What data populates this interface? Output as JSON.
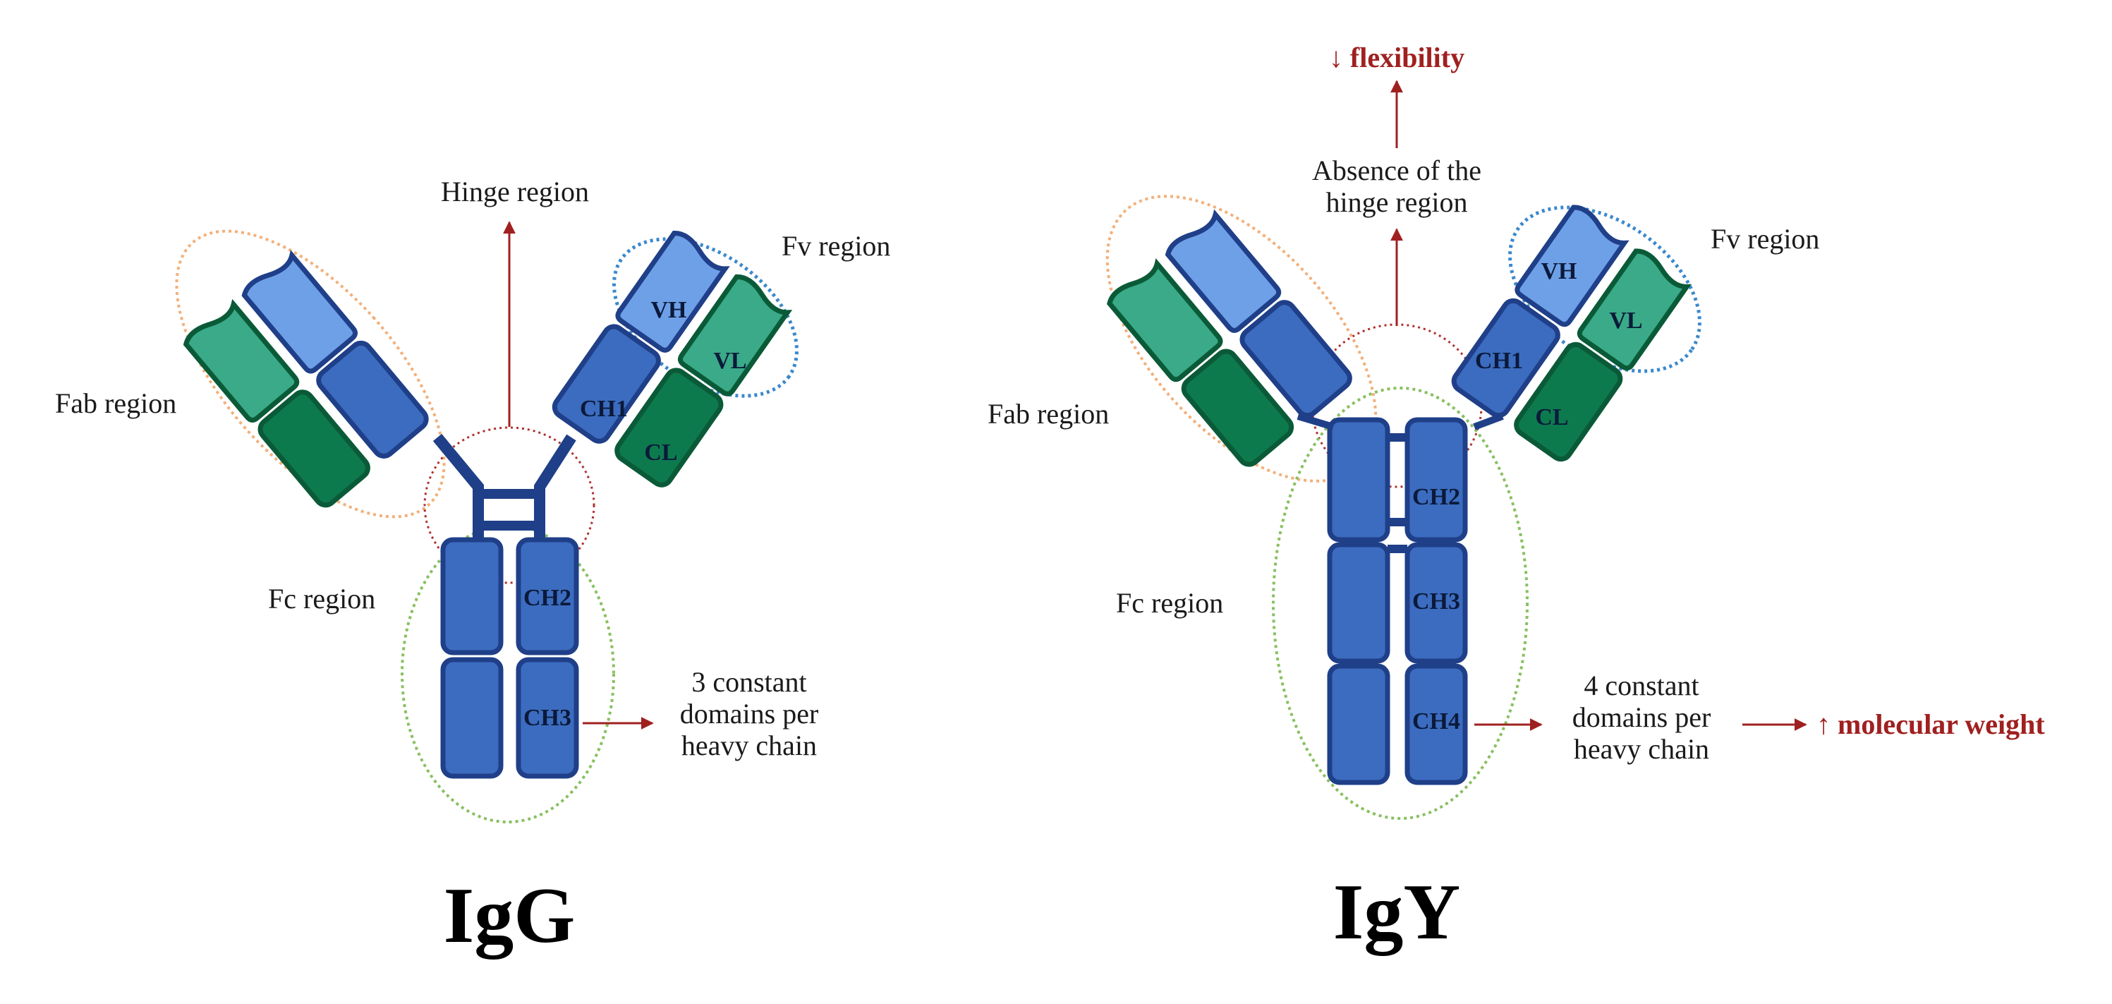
{
  "colors": {
    "heavy_dark": "#1f3f88",
    "heavy_mid": "#3c6cc0",
    "heavy_light": "#6ea0e8",
    "light_mid": "#3aaa88",
    "light_dark": "#0d7a4e",
    "hinge_circle": "#b03030",
    "fv_circle": "#3a88cc",
    "fab_circle": "#f2b07a",
    "fc_circle": "#88c060",
    "arrow": "#a02020"
  },
  "igg": {
    "title": "IgG",
    "hinge_label": "Hinge region",
    "fv_label": "Fv region",
    "fab_label": "Fab region",
    "fc_label": "Fc region",
    "domains": {
      "vh": "VH",
      "vl": "VL",
      "ch1": "CH1",
      "cl": "CL",
      "ch2": "CH2",
      "ch3": "CH3"
    },
    "note_lines": [
      "3 constant",
      "domains per",
      "heavy chain"
    ]
  },
  "igy": {
    "title": "IgY",
    "flex_label": "↓ flexibility",
    "absence_lines": [
      "Absence of the",
      "hinge region"
    ],
    "fv_label": "Fv region",
    "fab_label": "Fab region",
    "fc_label": "Fc region",
    "domains": {
      "vh": "VH",
      "vl": "VL",
      "ch1": "CH1",
      "cl": "CL",
      "ch2": "CH2",
      "ch3": "CH3",
      "ch4": "CH4"
    },
    "note_lines": [
      "4 constant",
      "domains per",
      "heavy chain"
    ],
    "mw_label": "↑ molecular weight"
  }
}
